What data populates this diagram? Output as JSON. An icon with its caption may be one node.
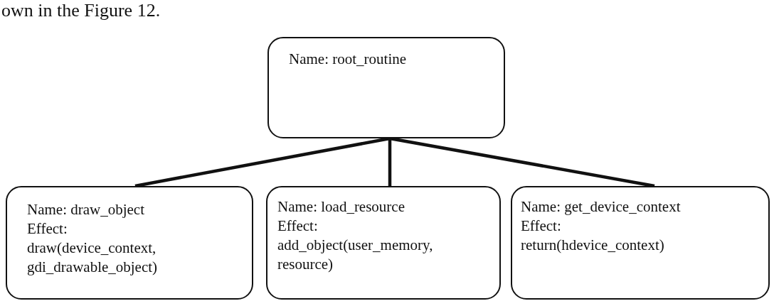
{
  "diagram": {
    "nodes": [
      {
        "text": [
          "Name: root_routine"
        ]
      },
      {
        "text": [
          "Name: draw_object",
          "Effect:",
          "draw(device_context, gdi_drawable_object)"
        ]
      },
      {
        "text": [
          "Name: load_resource",
          "Effect:",
          "add_object(user_memory, resource)"
        ]
      },
      {
        "text": [
          "Name: get_device_context",
          "Effect:",
          "return(hdevice_context)"
        ]
      }
    ],
    "edges": [
      {
        "from": 0,
        "to": 1,
        "arrow": "none"
      },
      {
        "from": 0,
        "to": 2,
        "arrow": "none"
      },
      {
        "from": 0,
        "to": 3,
        "arrow": "none"
      }
    ],
    "labels": [
      "own in the Figure 12."
    ]
  }
}
